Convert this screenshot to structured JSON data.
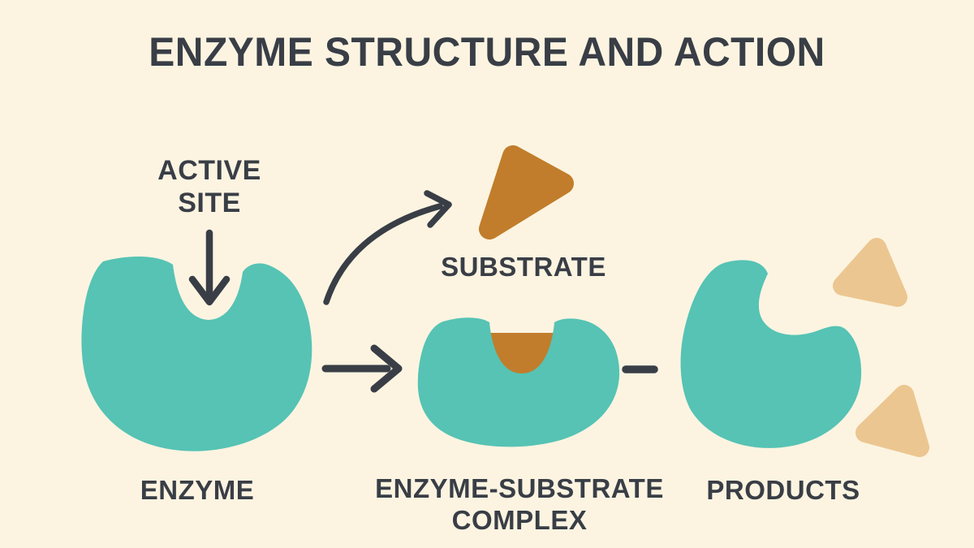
{
  "title": "ENZYME STRUCTURE AND ACTION",
  "labels": {
    "active_site": "ACTIVE SITE",
    "enzyme": "ENZYME",
    "substrate": "SUBSTRATE",
    "enzyme_substrate_complex": "ENZYME-SUBSTRATE COMPLEX",
    "products": "PRODUCTS"
  },
  "colors": {
    "background": "#FCF4E1",
    "enzyme_teal": "#56C3B4",
    "substrate_orange": "#C17D2B",
    "product_tan": "#ECC690",
    "ink": "#393E46"
  }
}
